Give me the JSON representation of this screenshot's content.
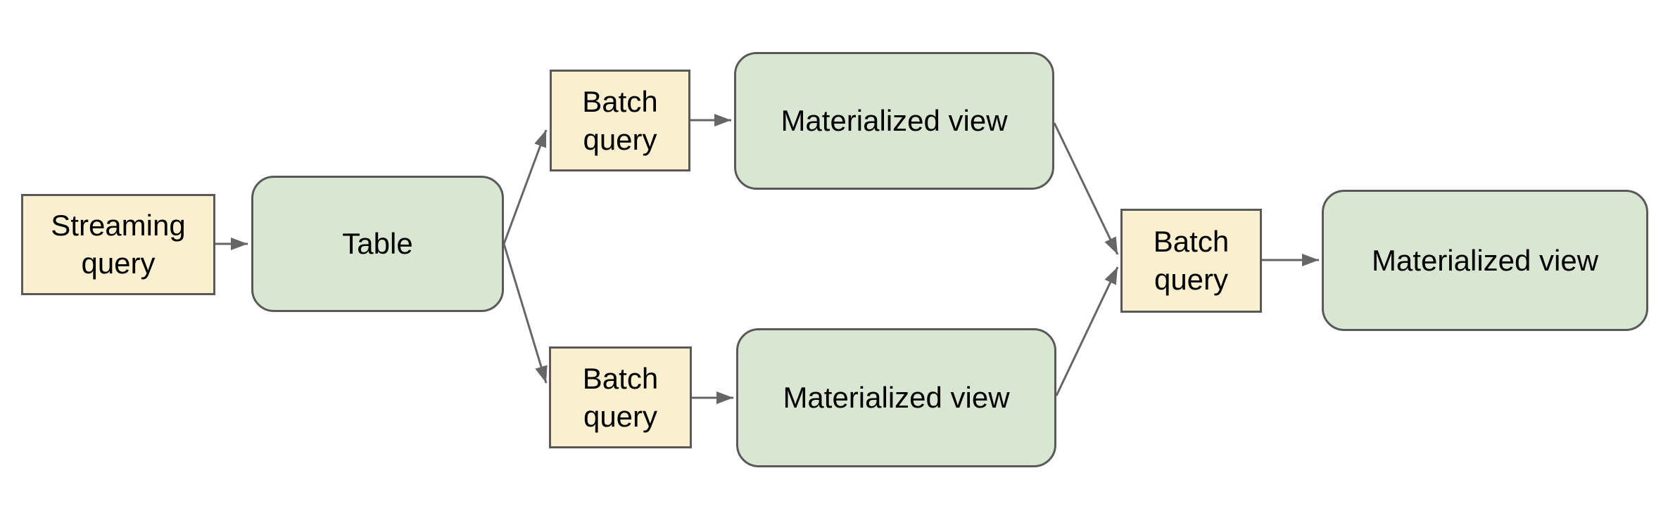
{
  "diagram": {
    "type": "flowchart",
    "background": "#ffffff",
    "nodes": {
      "streaming_query": {
        "label": "Streaming query",
        "kind": "query",
        "shape": "rectangle",
        "fill": "#faf0d0"
      },
      "table": {
        "label": "Table",
        "kind": "table",
        "shape": "rounded-rectangle",
        "fill": "#d9e7d2"
      },
      "batch_query_top": {
        "label": "Batch query",
        "kind": "query",
        "shape": "rectangle",
        "fill": "#faf0d0"
      },
      "materialized_view_top": {
        "label": "Materialized view",
        "kind": "view",
        "shape": "rounded-rectangle",
        "fill": "#d9e7d2"
      },
      "batch_query_bottom": {
        "label": "Batch query",
        "kind": "query",
        "shape": "rectangle",
        "fill": "#faf0d0"
      },
      "materialized_view_bottom": {
        "label": "Materialized view",
        "kind": "view",
        "shape": "rounded-rectangle",
        "fill": "#d9e7d2"
      },
      "batch_query_right": {
        "label": "Batch query",
        "kind": "query",
        "shape": "rectangle",
        "fill": "#faf0d0"
      },
      "materialized_view_right": {
        "label": "Materialized view",
        "kind": "view",
        "shape": "rounded-rectangle",
        "fill": "#d9e7d2"
      }
    },
    "edges": [
      {
        "from": "streaming_query",
        "to": "table"
      },
      {
        "from": "table",
        "to": "batch_query_top"
      },
      {
        "from": "table",
        "to": "batch_query_bottom"
      },
      {
        "from": "batch_query_top",
        "to": "materialized_view_top"
      },
      {
        "from": "batch_query_bottom",
        "to": "materialized_view_bottom"
      },
      {
        "from": "materialized_view_top",
        "to": "batch_query_right"
      },
      {
        "from": "materialized_view_bottom",
        "to": "batch_query_right"
      },
      {
        "from": "batch_query_right",
        "to": "materialized_view_right"
      }
    ],
    "colors": {
      "query_fill": "#faf0d0",
      "query_border": "#595959",
      "view_fill": "#d9e7d2",
      "view_border": "#595959",
      "connector": "#666666",
      "text": "#000000",
      "background": "#ffffff"
    }
  }
}
